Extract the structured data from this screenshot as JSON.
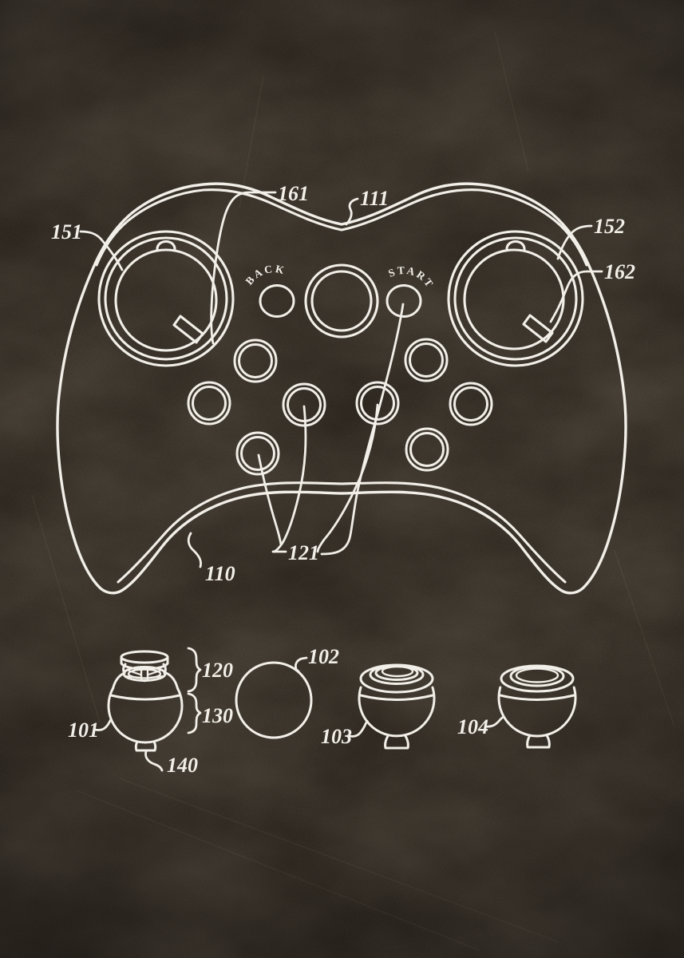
{
  "poster": {
    "colors": {
      "background": "#262019",
      "ink": "#f2efe8"
    },
    "buttons": {
      "back": "BACK",
      "start": "START"
    },
    "labels": {
      "body": "110",
      "top_edge": "111",
      "face_buttons": "121",
      "left_stick_ring": "151",
      "right_stick_ring": "152",
      "left_stick_pointer": "161",
      "right_stick_pointer": "162",
      "fig_stick_section": "101",
      "fig_stick_ball": "102",
      "fig_stick_alt_a": "103",
      "fig_stick_alt_b": "104",
      "cap_span": "120",
      "ball_span": "130",
      "stem": "140"
    }
  }
}
